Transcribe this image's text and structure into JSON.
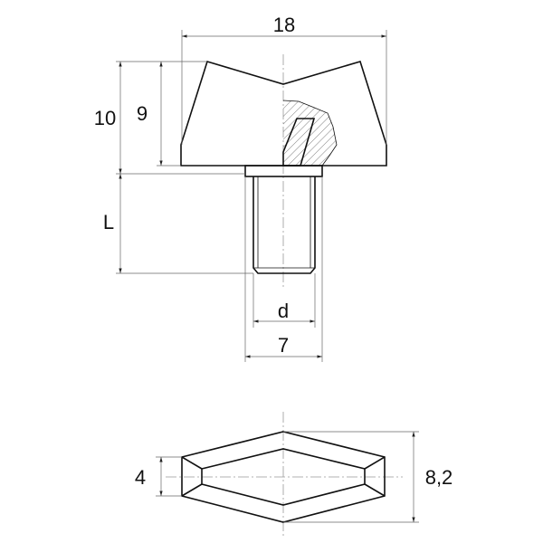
{
  "dimensions": {
    "width": "18",
    "height_total": "10",
    "height_body": "9",
    "thread_length": "L",
    "thread_diameter": "d",
    "washer_diameter": "7",
    "top_inner_width": "4",
    "top_outer_width": "8,2"
  },
  "colors": {
    "line": "#111111",
    "dimension": "#666666"
  }
}
